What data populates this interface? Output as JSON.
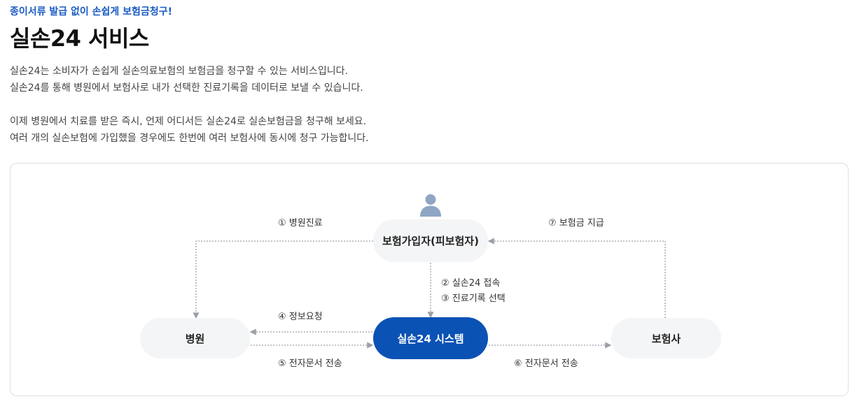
{
  "header": {
    "tagline": "종이서류 발급 없이 손쉽게 보험금청구!",
    "title": "실손24 서비스"
  },
  "description": [
    "실손24는 소비자가 손쉽게 실손의료보험의 보험금을 청구할 수 있는 서비스입니다.",
    "실손24를 통해 병원에서 보험사로 내가 선택한 진료기록을 데이터로 보낼 수 있습니다.",
    "이제 병원에서 치료를 받은 즉시, 언제 어디서든 실손24로 실손보험금을 청구해 보세요.",
    "여러 개의 실손보험에 가입했을 경우에도 한번에 여러 보험사에 동시에 청구 가능합니다."
  ],
  "diagram": {
    "nodes": {
      "insured": "보험가입자(피보험자)",
      "hospital": "병원",
      "system": "실손24 시스템",
      "insurer": "보험사"
    },
    "steps": {
      "s1": "① 병원진료",
      "s2": "② 실손24 접속",
      "s3": "③ 진료기록 선택",
      "s4": "④ 정보요청",
      "s5": "⑤ 전자문서 전송",
      "s6": "⑥ 전자문서 전송",
      "s7": "⑦ 보험금 지급"
    },
    "colors": {
      "primary": "#0b52b5",
      "node_bg": "#f4f5f7",
      "line": "#9aa0a8",
      "person_icon": "#8fa5c4"
    },
    "person_icon": "person-icon"
  }
}
